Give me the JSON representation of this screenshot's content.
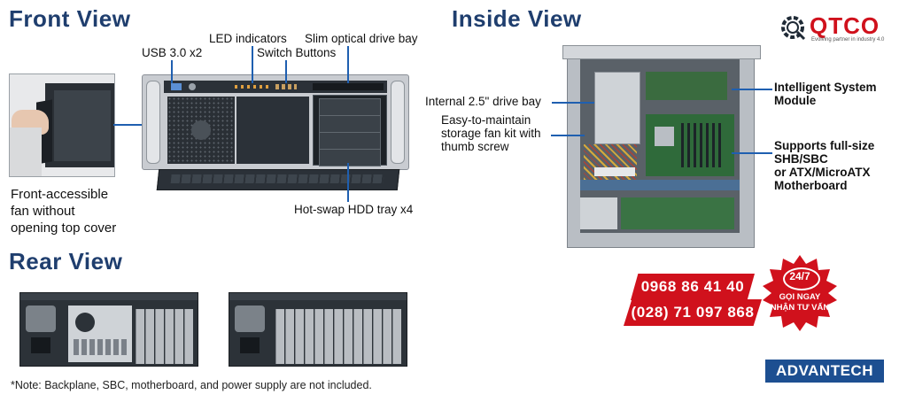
{
  "headings": {
    "front": "Front View",
    "inside": "Inside View",
    "rear": "Rear View"
  },
  "front": {
    "usb": "USB 3.0 x2",
    "led": "LED indicators",
    "slim": "Slim optical drive bay",
    "switch": "Switch Buttons",
    "hdd": "Hot-swap HDD tray x4",
    "fan": [
      "Front-accessible",
      "fan without",
      "opening top cover"
    ]
  },
  "inside": {
    "bay": "Internal 2.5\" drive bay",
    "fankit": [
      "Easy-to-maintain",
      "storage fan kit with",
      "thumb screw"
    ],
    "ism": [
      "Intelligent System",
      "Module"
    ],
    "supports": [
      "Supports full-size",
      "SHB/SBC",
      "or ATX/MicroATX",
      "Motherboard"
    ]
  },
  "brand": {
    "qtco": "QTCO",
    "tagline": "Evolving partner in industry 4.0",
    "advantech": "ADVANTECH"
  },
  "contact": {
    "phone1": "0968 86 41 40",
    "phone2": "(028) 71 097 868",
    "badge_top": "24/7",
    "badge_line1": "GỌI NGAY",
    "badge_line2": "NHẬN TƯ VẤN"
  },
  "note": "*Note: Backplane, SBC, motherboard, and power supply are not included.",
  "colors": {
    "heading": "#1f3e6e",
    "callout_line": "#1f5fb0",
    "phone_red": "#d0111c",
    "advantech_blue": "#1d4f91"
  }
}
